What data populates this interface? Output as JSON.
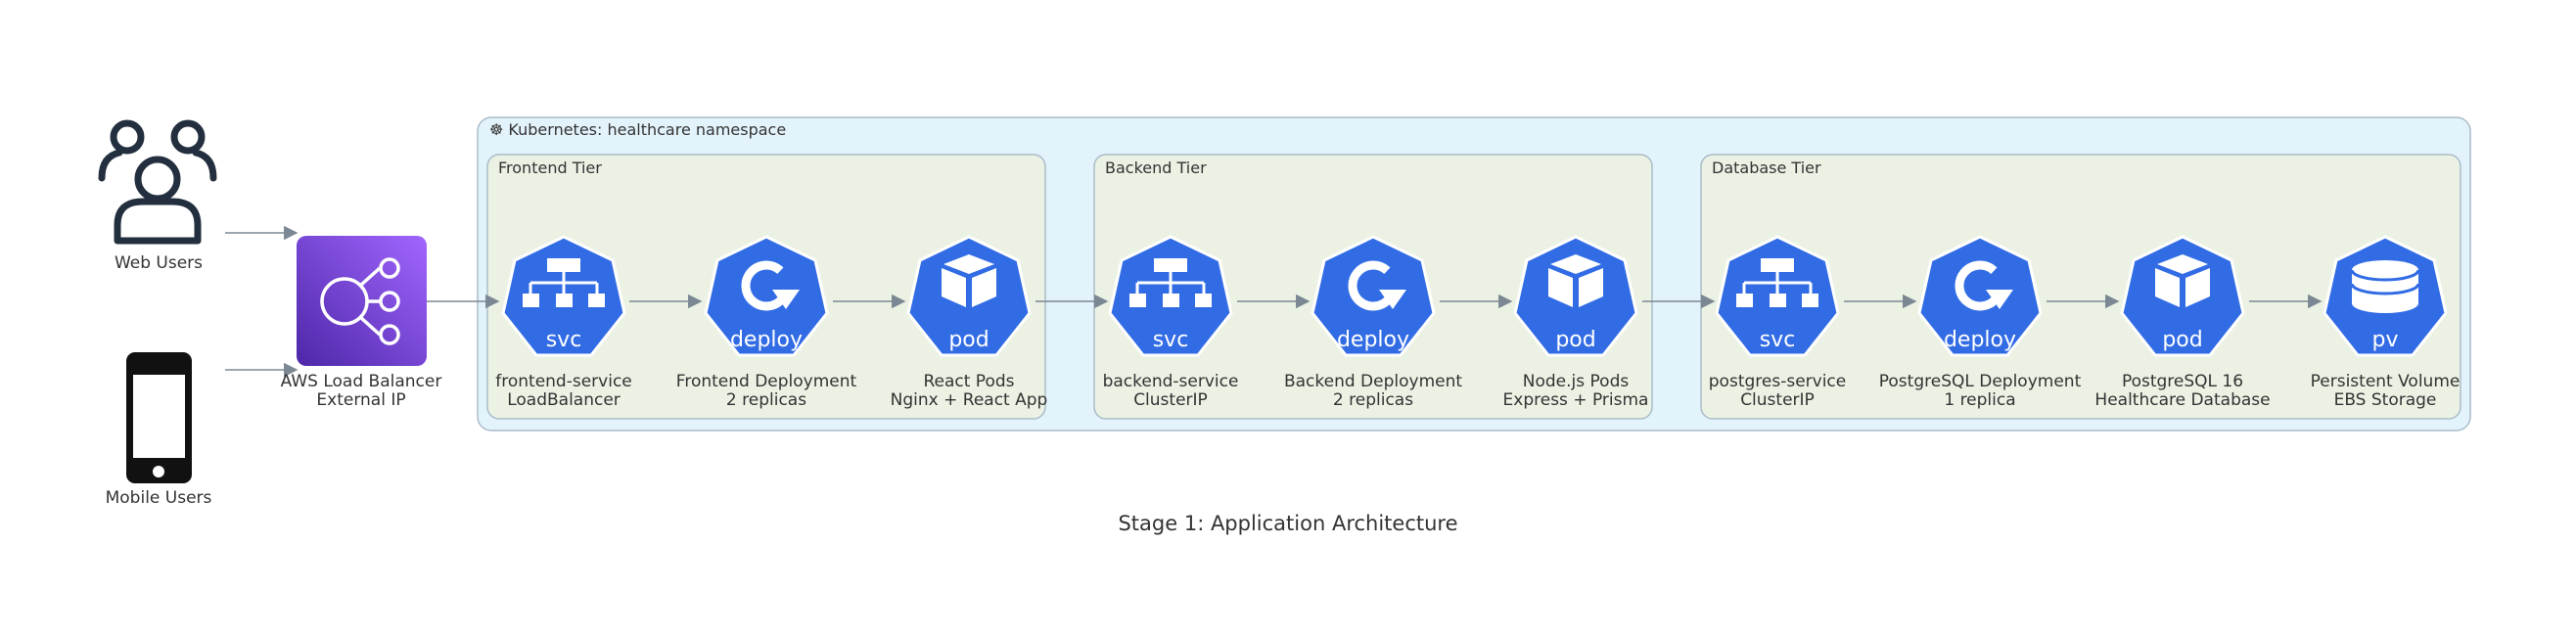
{
  "caption": "Stage 1: Application Architecture",
  "colors": {
    "k8s_blue": "#326ce5",
    "elb_purple": "#7b3fe0",
    "namespace_bg": "#e3f3fb",
    "tier_bg": "#ebf2e4",
    "edge": "#7b8894"
  },
  "clients": {
    "web": {
      "label": "Web Users",
      "icon": "users-icon"
    },
    "mobile": {
      "label": "Mobile Users",
      "icon": "mobile-phone-icon"
    }
  },
  "load_balancer": {
    "line1": "AWS Load Balancer",
    "line2": "External IP",
    "icon": "elb-icon"
  },
  "namespace": {
    "label": "☸ Kubernetes: healthcare namespace"
  },
  "tiers": [
    {
      "label": "Frontend Tier",
      "nodes": [
        {
          "badge": "svc",
          "line1": "frontend-service",
          "line2": "LoadBalancer"
        },
        {
          "badge": "deploy",
          "line1": "Frontend Deployment",
          "line2": "2 replicas"
        },
        {
          "badge": "pod",
          "line1": "React Pods",
          "line2": "Nginx + React App"
        }
      ]
    },
    {
      "label": "Backend Tier",
      "nodes": [
        {
          "badge": "svc",
          "line1": "backend-service",
          "line2": "ClusterIP"
        },
        {
          "badge": "deploy",
          "line1": "Backend Deployment",
          "line2": "2 replicas"
        },
        {
          "badge": "pod",
          "line1": "Node.js Pods",
          "line2": "Express + Prisma"
        }
      ]
    },
    {
      "label": "Database Tier",
      "nodes": [
        {
          "badge": "svc",
          "line1": "postgres-service",
          "line2": "ClusterIP"
        },
        {
          "badge": "deploy",
          "line1": "PostgreSQL Deployment",
          "line2": "1 replica"
        },
        {
          "badge": "pod",
          "line1": "PostgreSQL 16",
          "line2": "Healthcare Database"
        },
        {
          "badge": "pv",
          "line1": "Persistent Volume",
          "line2": "EBS Storage"
        }
      ]
    }
  ]
}
